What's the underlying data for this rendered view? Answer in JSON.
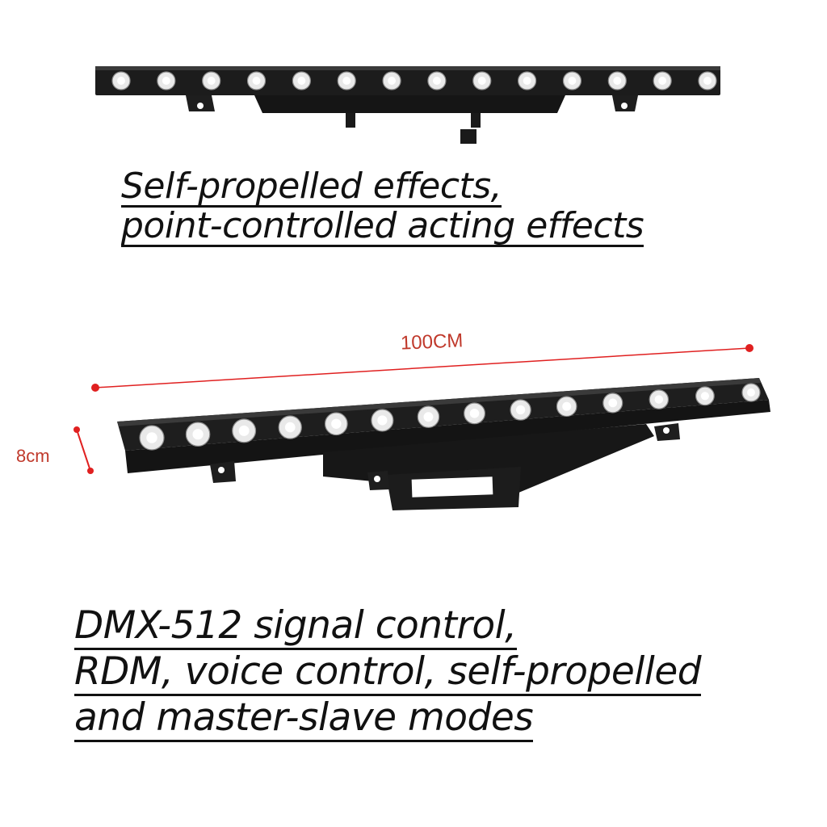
{
  "captions": {
    "top": {
      "line1": "Self-propelled effects,",
      "line2": "point-controlled acting effects"
    },
    "bottom": {
      "line1": "DMX-512 signal control,",
      "line2": "RDM, voice control, self-propelled",
      "line3": "and master-slave modes"
    }
  },
  "dimensions": {
    "length": "100CM",
    "height": "8cm"
  },
  "product": {
    "lamp_count": 14
  },
  "colors": {
    "body": "#1a1a1a",
    "lens": "#e9e9e9",
    "dimension": "#e02020"
  }
}
